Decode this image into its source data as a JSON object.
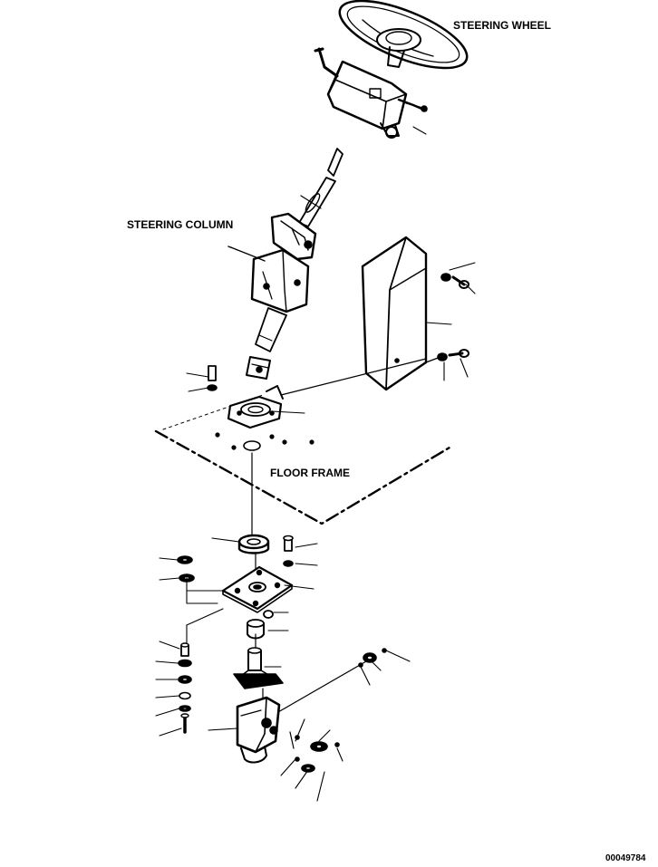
{
  "labels": {
    "steering_wheel": "STEERING WHEEL",
    "steering_column": "STEERING COLUMN",
    "floor_frame": "FLOOR FRAME"
  },
  "drawing_number": "00049784",
  "colors": {
    "ink": "#000000",
    "paper": "#ffffff"
  }
}
